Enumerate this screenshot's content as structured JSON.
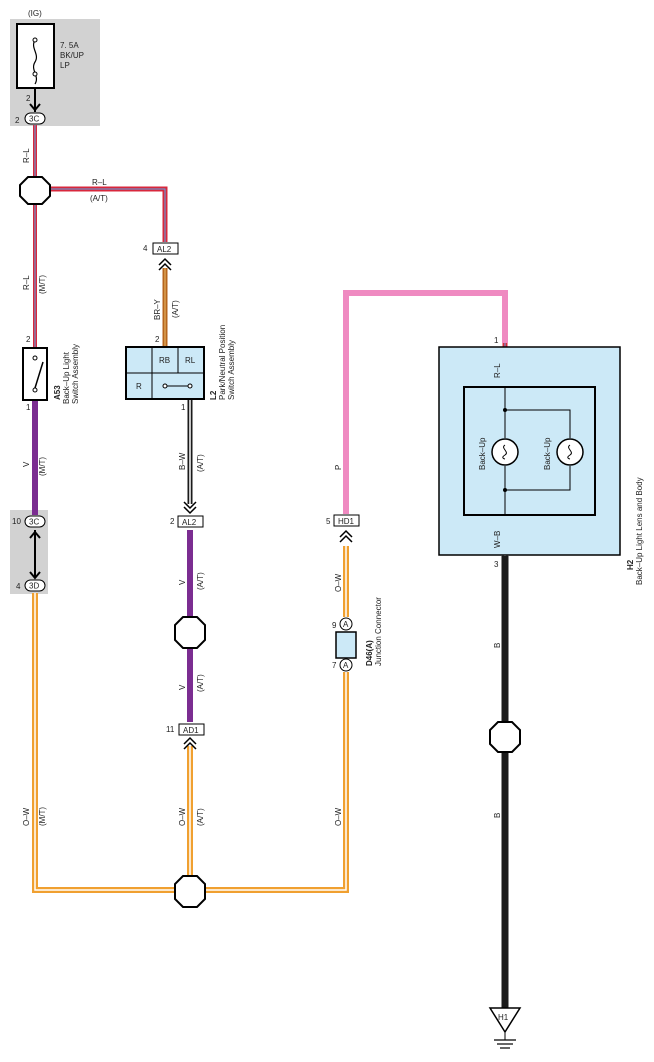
{
  "fuse": {
    "ig": "(IG)",
    "rating": "7. 5A",
    "name_1": "BK/UP",
    "name_2": "LP",
    "pin_top": "2",
    "pin_conn": "2",
    "conn_3c_top": "3C"
  },
  "wires": {
    "rl_vertical_top": "R–L",
    "rl_horizontal": "R–L",
    "at_horizontal": "(A/T)",
    "rl_left_mid": "R–L",
    "mt_left_mid": "(M/T)",
    "bry": "BR–Y",
    "at_bry": "(A/T)",
    "v_left": "V",
    "mt_v_left": "(M/T)",
    "bw": "B–W",
    "at_bw": "(A/T)",
    "v_mid1": "V",
    "at_v_mid1": "(A/T)",
    "v_mid2": "V",
    "at_v_mid2": "(A/T)",
    "ow_left": "O–W",
    "mt_ow_left": "(M/T)",
    "ow_mid": "O–W",
    "at_ow_mid": "(A/T)",
    "ow_jc_top": "O–W",
    "ow_jc_bottom": "O–W",
    "p": "P",
    "rl_lamp": "R–L",
    "wb": "W–B",
    "b_upper": "B",
    "b_lower": "B"
  },
  "components": {
    "a53": {
      "code": "A53",
      "line1": "Back–Up Light",
      "line2": "Switch Assembly",
      "pin_top": "2",
      "pin_bottom": "1"
    },
    "l2": {
      "code": "L2",
      "line1": "Park/Neutral Position",
      "line2": "Switch Assembly",
      "pin_top": "2",
      "pin_bottom": "1",
      "rb": "RB",
      "rl": "RL",
      "r": "R"
    },
    "d46": {
      "code": "D46(A)",
      "line1": "Junction Connector",
      "pin_top": "9",
      "pin_bottom": "7",
      "tag": "A"
    },
    "h2": {
      "code": "H2",
      "line1": "Back–Up Light Lens and Body",
      "pin_top": "1",
      "pin_bottom": "3",
      "bulb1": "Back–Up",
      "bulb2": "Back–Up"
    },
    "h1": {
      "code": "H1"
    }
  },
  "connectors": {
    "al2_top": {
      "label": "AL2",
      "pin": "4"
    },
    "al2_mid": {
      "label": "AL2",
      "pin": "2"
    },
    "c3c": {
      "label": "3C",
      "pin": "10"
    },
    "c3d": {
      "label": "3D",
      "pin": "4"
    },
    "hd1": {
      "label": "HD1",
      "pin": "5"
    },
    "ad1": {
      "label": "AD1",
      "pin": "11"
    }
  },
  "colors": {
    "red": "#d8283c",
    "blue_stripe": "#5aa9e6",
    "brown": "#b5651d",
    "purple": "#7b2d91",
    "orange": "#f0a030",
    "pink": "#ef8ac1",
    "black": "#1a1a1a",
    "light_blue": "#cce9f7",
    "gray_box": "#d2d2d2"
  }
}
